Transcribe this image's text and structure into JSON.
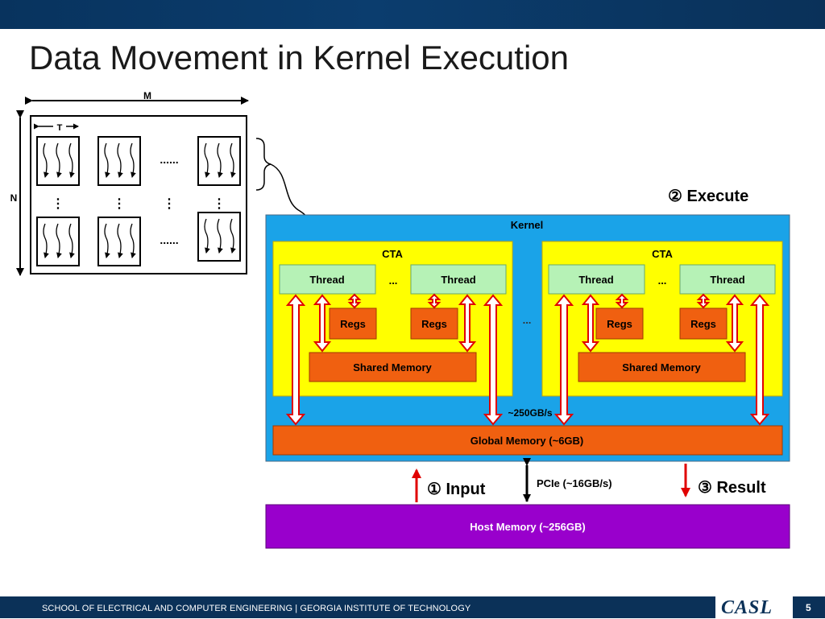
{
  "slide": {
    "title": "Data Movement in Kernel Execution",
    "page_number": "5",
    "footer": "SCHOOL OF ELECTRICAL AND COMPUTER ENGINEERING | GEORGIA INSTITUTE OF TECHNOLOGY",
    "logo_text": "CASL"
  },
  "grid_diagram": {
    "width_label": "M",
    "height_label": "N",
    "tile_label": "T",
    "row_ellipsis": "......",
    "col_ellipsis": "⋮"
  },
  "kernel": {
    "label": "Kernel",
    "cta_label": "CTA",
    "thread_label": "Thread",
    "regs_label": "Regs",
    "shared_memory_label": "Shared Memory",
    "thread_ellipsis": "...",
    "cta_ellipsis": "...",
    "bandwidth_label": "~250GB/s",
    "global_memory_label": "Global Memory (~6GB)"
  },
  "host": {
    "host_memory_label": "Host Memory (~256GB)",
    "pcie_label": "PCIe (~16GB/s)",
    "step_input": "① Input",
    "step_execute": "② Execute",
    "step_result": "③ Result"
  },
  "colors": {
    "kernel_bg": "#1aa3e8",
    "cta_bg": "#ffff00",
    "thread_bg": "#b6f2b6",
    "regs_bg": "#f06010",
    "global_bg": "#f06010",
    "host_bg": "#9900cc",
    "arrow_red": "#e00000"
  }
}
